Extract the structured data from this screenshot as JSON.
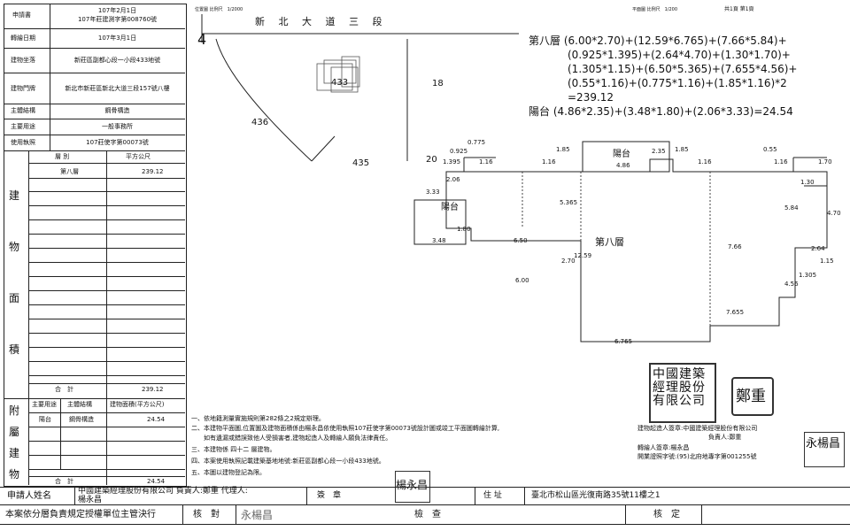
{
  "left_table": {
    "rows": [
      {
        "label": "申請書",
        "value1": "107年2月1日",
        "value2": "107年莊建測字第008760號"
      },
      {
        "label": "轉繪日期",
        "value1": "107年3月1日"
      },
      {
        "label": "建物坐落",
        "value1": "新莊區副都心段一小段433地號"
      },
      {
        "label": "建物門牌",
        "value1": "新北市新莊區新北大道三段157號八樓"
      },
      {
        "label": "主體結構",
        "value1": "鋼骨構造"
      },
      {
        "label": "主要用途",
        "value1": "一般事務所"
      },
      {
        "label": "使用執照",
        "value1": "107莊使字第00073號"
      }
    ],
    "area_header": {
      "layer": "層 別",
      "unit": "平方公尺"
    },
    "area_row": {
      "layer": "第八層",
      "area": "239.12"
    },
    "side_label": [
      "建",
      "物",
      "面",
      "積"
    ],
    "total_label": "合　計",
    "total_value": "239.12",
    "attached": {
      "side_label": [
        "附",
        "屬",
        "建",
        "物"
      ],
      "headers": [
        "主要用途",
        "主體結構",
        "建物面積(平方公尺)"
      ],
      "row": [
        "陽台",
        "鋼骨構造",
        "24.54"
      ],
      "total_label": "合　計",
      "total_value": "24.54"
    }
  },
  "header": {
    "location_scale": "位置圖 比例尺　1/2000",
    "plan_scale": "平面圖 比例尺　1/200",
    "pages": "共1頁 第1頁",
    "road": "新 北 大 道 三 段"
  },
  "lots": [
    "433",
    "18",
    "436",
    "435",
    "20"
  ],
  "formulas": {
    "floor8": [
      "第八層 (6.00*2.70)+(12.59*6.765)+(7.66*5.84)+",
      "(0.925*1.395)+(2.64*4.70)+(1.30*1.70)+",
      "(1.305*1.15)+(6.50*5.365)+(7.655*4.56)+",
      "(0.55*1.16)+(0.775*1.16)+(1.85*1.16)*2",
      "=239.12"
    ],
    "balcony": "陽台 (4.86*2.35)+(3.48*1.80)+(2.06*3.33)=24.54"
  },
  "plan_labels": {
    "floor": "第八層",
    "balcony1": "陽台",
    "balcony2": "陽台",
    "dims": [
      "0.775",
      "0.925",
      "1.395",
      "1.16",
      "1.85",
      "1.16",
      "4.86",
      "2.35",
      "1.85",
      "1.16",
      "0.55",
      "1.16",
      "1.70",
      "1.30",
      "2.06",
      "3.33",
      "5.365",
      "5.84",
      "4.70",
      "1.80",
      "3.48",
      "6.50",
      "7.66",
      "2.64",
      "1.15",
      "2.70",
      "12.59",
      "6.00",
      "1.305",
      "4.56",
      "7.655",
      "6.765"
    ]
  },
  "notes": [
    "一、依地籍測量實施規則第282條之2規定辦理。",
    "二、本建物平面圖,位置圖及建物面積係由楊永昌依使用執照107莊使字第00073號設計圖或竣工平面圖轉繪計算,",
    "　　如有遺漏或錯誤致他人受損害者,建物起造人及轉繪人願負法律責任。",
    "三、本建物係 四十二 層建物。",
    "四、本案使用執照記載建築基地地號:新莊區副都心段一小段433地號。",
    "五、本圖以建物登記為限。"
  ],
  "builder": {
    "line1": "建物起造人簽章:中國建築經理股份有限公司",
    "line2": "負責人:鄭重",
    "line3": "轉繪人簽章:楊永昌",
    "line4": "開業證照字號:(95)北府地專字第001255號"
  },
  "footer": {
    "applicant_label": "申請人姓名",
    "applicant": "中國建築經理股份有限公司 負責人:鄭重 代理人:",
    "agent": "楊永昌",
    "sign_label": "簽　章",
    "address_label": "住 址",
    "address": "臺北市松山區光復南路35號11樓之1",
    "bottom_note": "本案依分層負責規定授權單位主管決行",
    "check1": "核　對",
    "check2": "檢　查",
    "check3": "核　定"
  },
  "stamps": {
    "company": "中國建築經理股份有限公司",
    "seal_zheng": "鄭重",
    "seal_yang": "永楊昌",
    "seal_yang2": "楊永昌",
    "seal_yang3": "永楊昌"
  }
}
